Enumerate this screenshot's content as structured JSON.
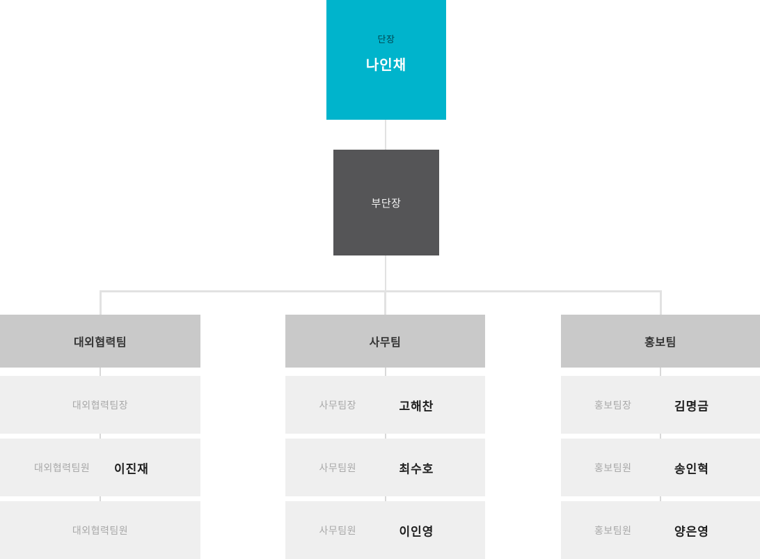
{
  "org": {
    "director": {
      "title": "단장",
      "name": "나인채"
    },
    "deputy": {
      "title": "부단장"
    },
    "teams": [
      {
        "name": "대외협력팀",
        "members": [
          {
            "role": "대외협력팀장",
            "name": ""
          },
          {
            "role": "대외협력팀원",
            "name": "이진재"
          },
          {
            "role": "대외협력팀원",
            "name": ""
          }
        ]
      },
      {
        "name": "사무팀",
        "members": [
          {
            "role": "사무팀장",
            "name": "고해찬"
          },
          {
            "role": "사무팀원",
            "name": "최수호"
          },
          {
            "role": "사무팀원",
            "name": "이인영"
          }
        ]
      },
      {
        "name": "홍보팀",
        "members": [
          {
            "role": "홍보팀장",
            "name": "김명금"
          },
          {
            "role": "홍보팀원",
            "name": "송인혁"
          },
          {
            "role": "홍보팀원",
            "name": "양은영"
          }
        ]
      }
    ]
  },
  "colors": {
    "accent_cyan": "#00b4cc",
    "deputy_gray": "#555557",
    "team_header_bg": "#c9c9c9",
    "member_row_bg": "#efefef",
    "connector_line": "#e2e2e2",
    "role_text": "#a8a8a8",
    "name_text": "#1e1e1e",
    "header_text": "#333333"
  }
}
